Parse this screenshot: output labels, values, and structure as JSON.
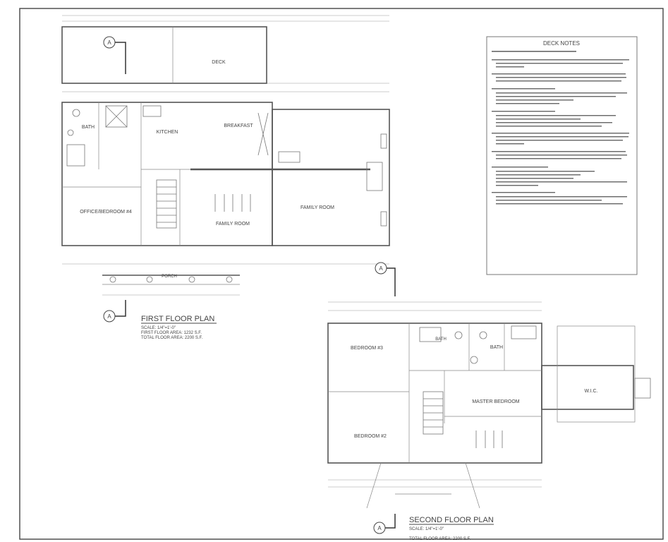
{
  "deck_notes": {
    "title": "DECK NOTES"
  },
  "first_floor": {
    "rooms": {
      "bath": "BATH",
      "kitchen": "KITCHEN",
      "breakfast": "BREAKFAST",
      "deck": "DECK",
      "office": "OFFICE/BEDROOM #4",
      "family_room": "FAMILY ROOM",
      "family_room_right": "FAMILY ROOM",
      "porch": "PORCH"
    },
    "title": "FIRST FLOOR PLAN",
    "scale": "SCALE: 1/4\"=1'-0\"",
    "area": "FIRST FLOOR AREA: 1232 S.F.",
    "total": "TOTAL FLOOR AREA: 2200 S.F."
  },
  "second_floor": {
    "rooms": {
      "bedroom3": "BEDROOM #3",
      "bath": "BATH",
      "bath2": "BATH",
      "master": "MASTER BEDROOM",
      "bedroom2": "BEDROOM #2",
      "wic": "W.I.C."
    },
    "title": "SECOND FLOOR PLAN",
    "scale": "SCALE: 1/4\"=1'-0\"",
    "total": "TOTAL FLOOR AREA: 2200 S.F."
  },
  "section_marker": "A"
}
